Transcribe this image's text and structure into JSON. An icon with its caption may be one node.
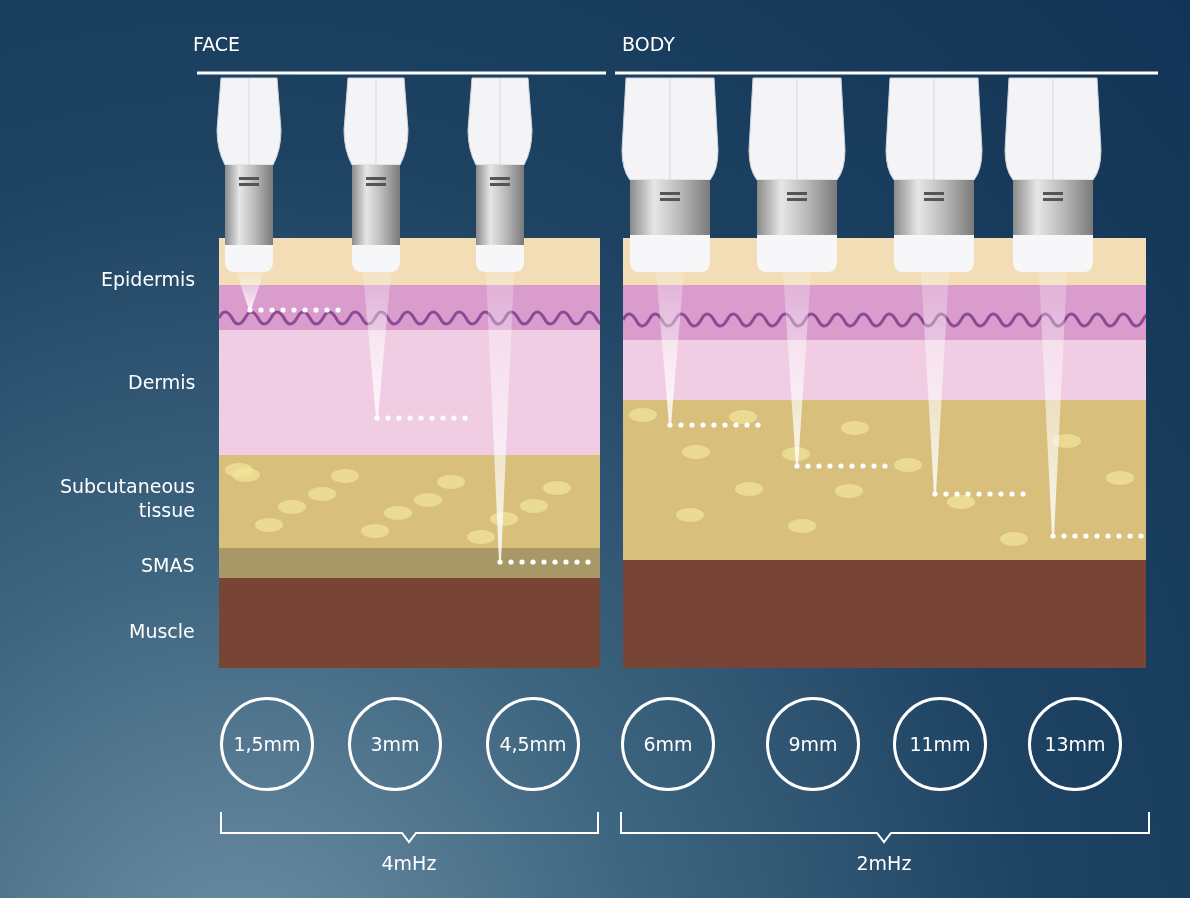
{
  "diagram": {
    "nodes": [
      {
        "text": [
          "1,5mm"
        ]
      },
      {
        "text": [
          "3mm"
        ]
      },
      {
        "text": [
          "4,5mm"
        ]
      },
      {
        "text": [
          "6mm"
        ]
      },
      {
        "text": [
          "9mm"
        ]
      },
      {
        "text": [
          "11mm"
        ]
      },
      {
        "text": [
          "13mm"
        ]
      }
    ],
    "labels": [
      "FACE",
      "BODY",
      "Epidermis",
      "Dermis",
      "Subcutaneous tissue",
      "SMAS",
      "Muscle",
      "4mHz",
      "2mHz"
    ]
  }
}
